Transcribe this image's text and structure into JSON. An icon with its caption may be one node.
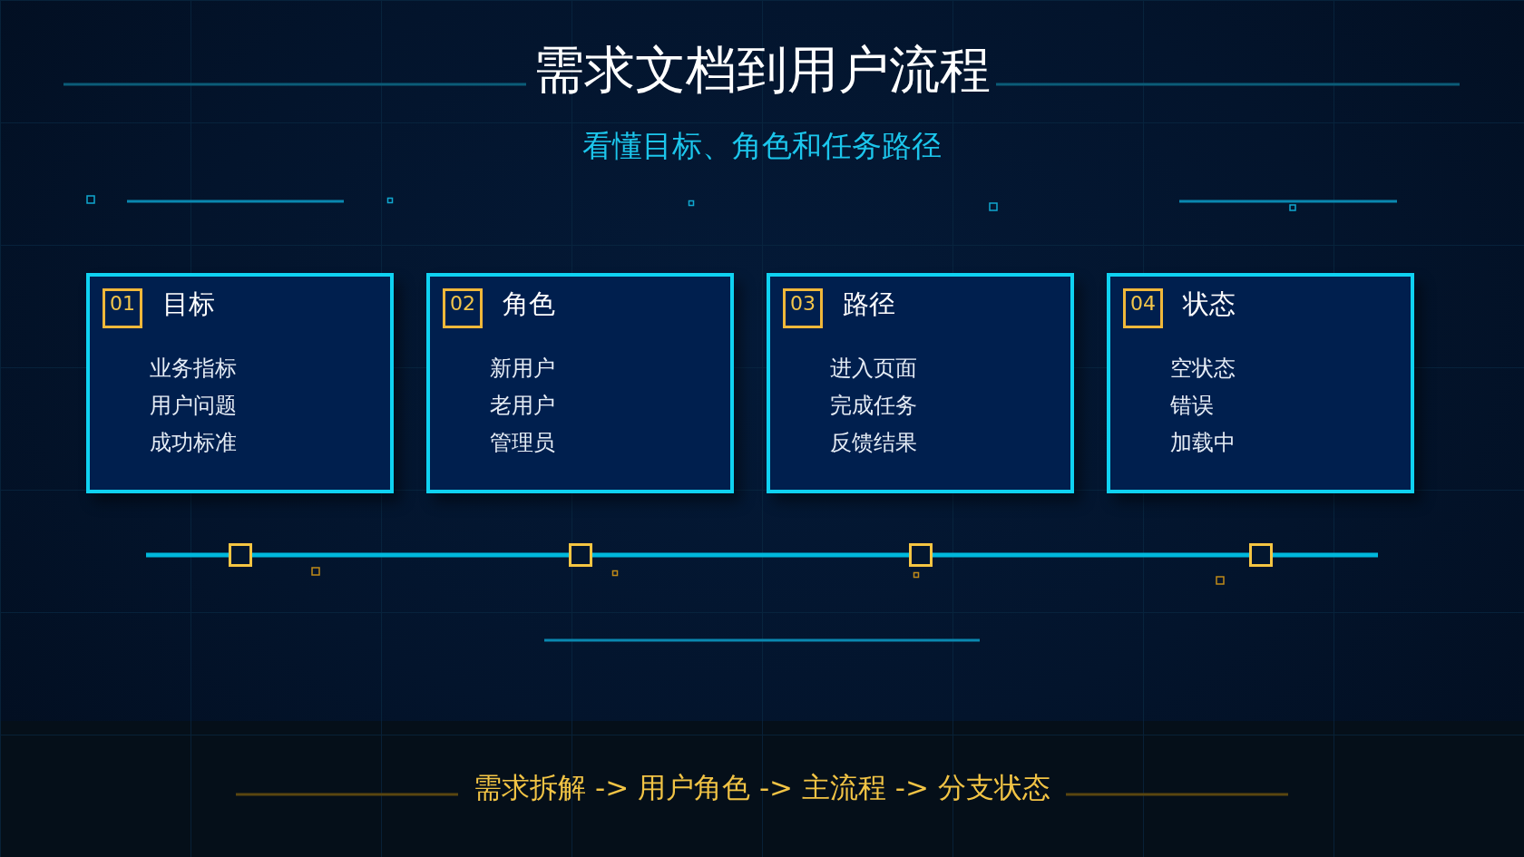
{
  "diagram": {
    "title": "需求文档到用户流程",
    "nodes": [
      {
        "text": [
          "目标",
          "业务指标",
          "用户问题",
          "成功标准"
        ]
      },
      {
        "text": [
          "01"
        ],
        "in": 0
      },
      {
        "text": [
          "角色",
          "新用户",
          "老用户",
          "管理员"
        ]
      },
      {
        "text": [
          "02"
        ],
        "in": 2
      },
      {
        "text": [
          "路径",
          "进入页面",
          "完成任务",
          "反馈结果"
        ]
      },
      {
        "text": [
          "03"
        ],
        "in": 4
      },
      {
        "text": [
          "状态",
          "空状态",
          "错误",
          "加载中"
        ]
      },
      {
        "text": [
          "04"
        ],
        "in": 6
      },
      {
        "text": [],
        "shape": "box"
      },
      {
        "text": [],
        "shape": "box"
      },
      {
        "text": [],
        "shape": "box"
      },
      {
        "text": [],
        "shape": "box"
      }
    ],
    "edges": [
      {
        "from": null,
        "to": 8,
        "arrow": "none"
      },
      {
        "from": 8,
        "to": 9,
        "arrow": "none"
      },
      {
        "from": 9,
        "to": 10,
        "arrow": "none"
      },
      {
        "from": 10,
        "to": 11,
        "arrow": "none"
      },
      {
        "from": 11,
        "to": null,
        "arrow": "none"
      }
    ],
    "labels": [
      "看懂目标、角色和任务路径",
      "需求拆解 -> 用户角色 -> 主流程 -> 分支状态"
    ]
  }
}
